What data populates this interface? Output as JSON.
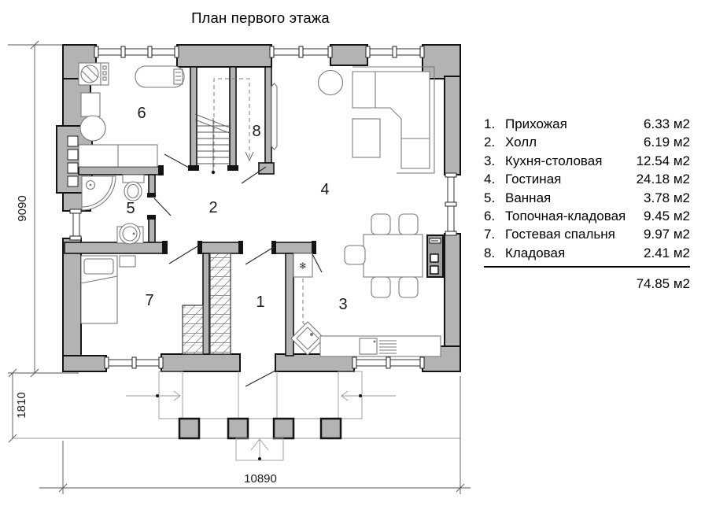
{
  "title": "План первого этажа",
  "legend": {
    "items": [
      {
        "num": "1.",
        "name": "Прихожая",
        "area": "6.33 м2"
      },
      {
        "num": "2.",
        "name": "Холл",
        "area": "6.19 м2"
      },
      {
        "num": "3.",
        "name": "Кухня-столовая",
        "area": "12.54 м2"
      },
      {
        "num": "4.",
        "name": "Гостиная",
        "area": "24.18 м2"
      },
      {
        "num": "5.",
        "name": "Ванная",
        "area": "3.78 м2"
      },
      {
        "num": "6.",
        "name": "Топочная-кладовая",
        "area": "9.45 м2"
      },
      {
        "num": "7.",
        "name": "Гостевая спальня",
        "area": "9.97 м2"
      },
      {
        "num": "8.",
        "name": "Кладовая",
        "area": "2.41 м2"
      }
    ],
    "total": "74.85 м2"
  },
  "rooms": [
    "1",
    "2",
    "3",
    "4",
    "5",
    "6",
    "7",
    "8"
  ],
  "dimensions": {
    "height_total": "9090",
    "porch_depth": "1810",
    "width_total": "10890"
  },
  "icons": {
    "fridge_snowflake": "❄"
  },
  "colors": {
    "wall_fill": "#b3b3b3",
    "outline": "#141414",
    "drawing_line": "#7a7a7a"
  }
}
